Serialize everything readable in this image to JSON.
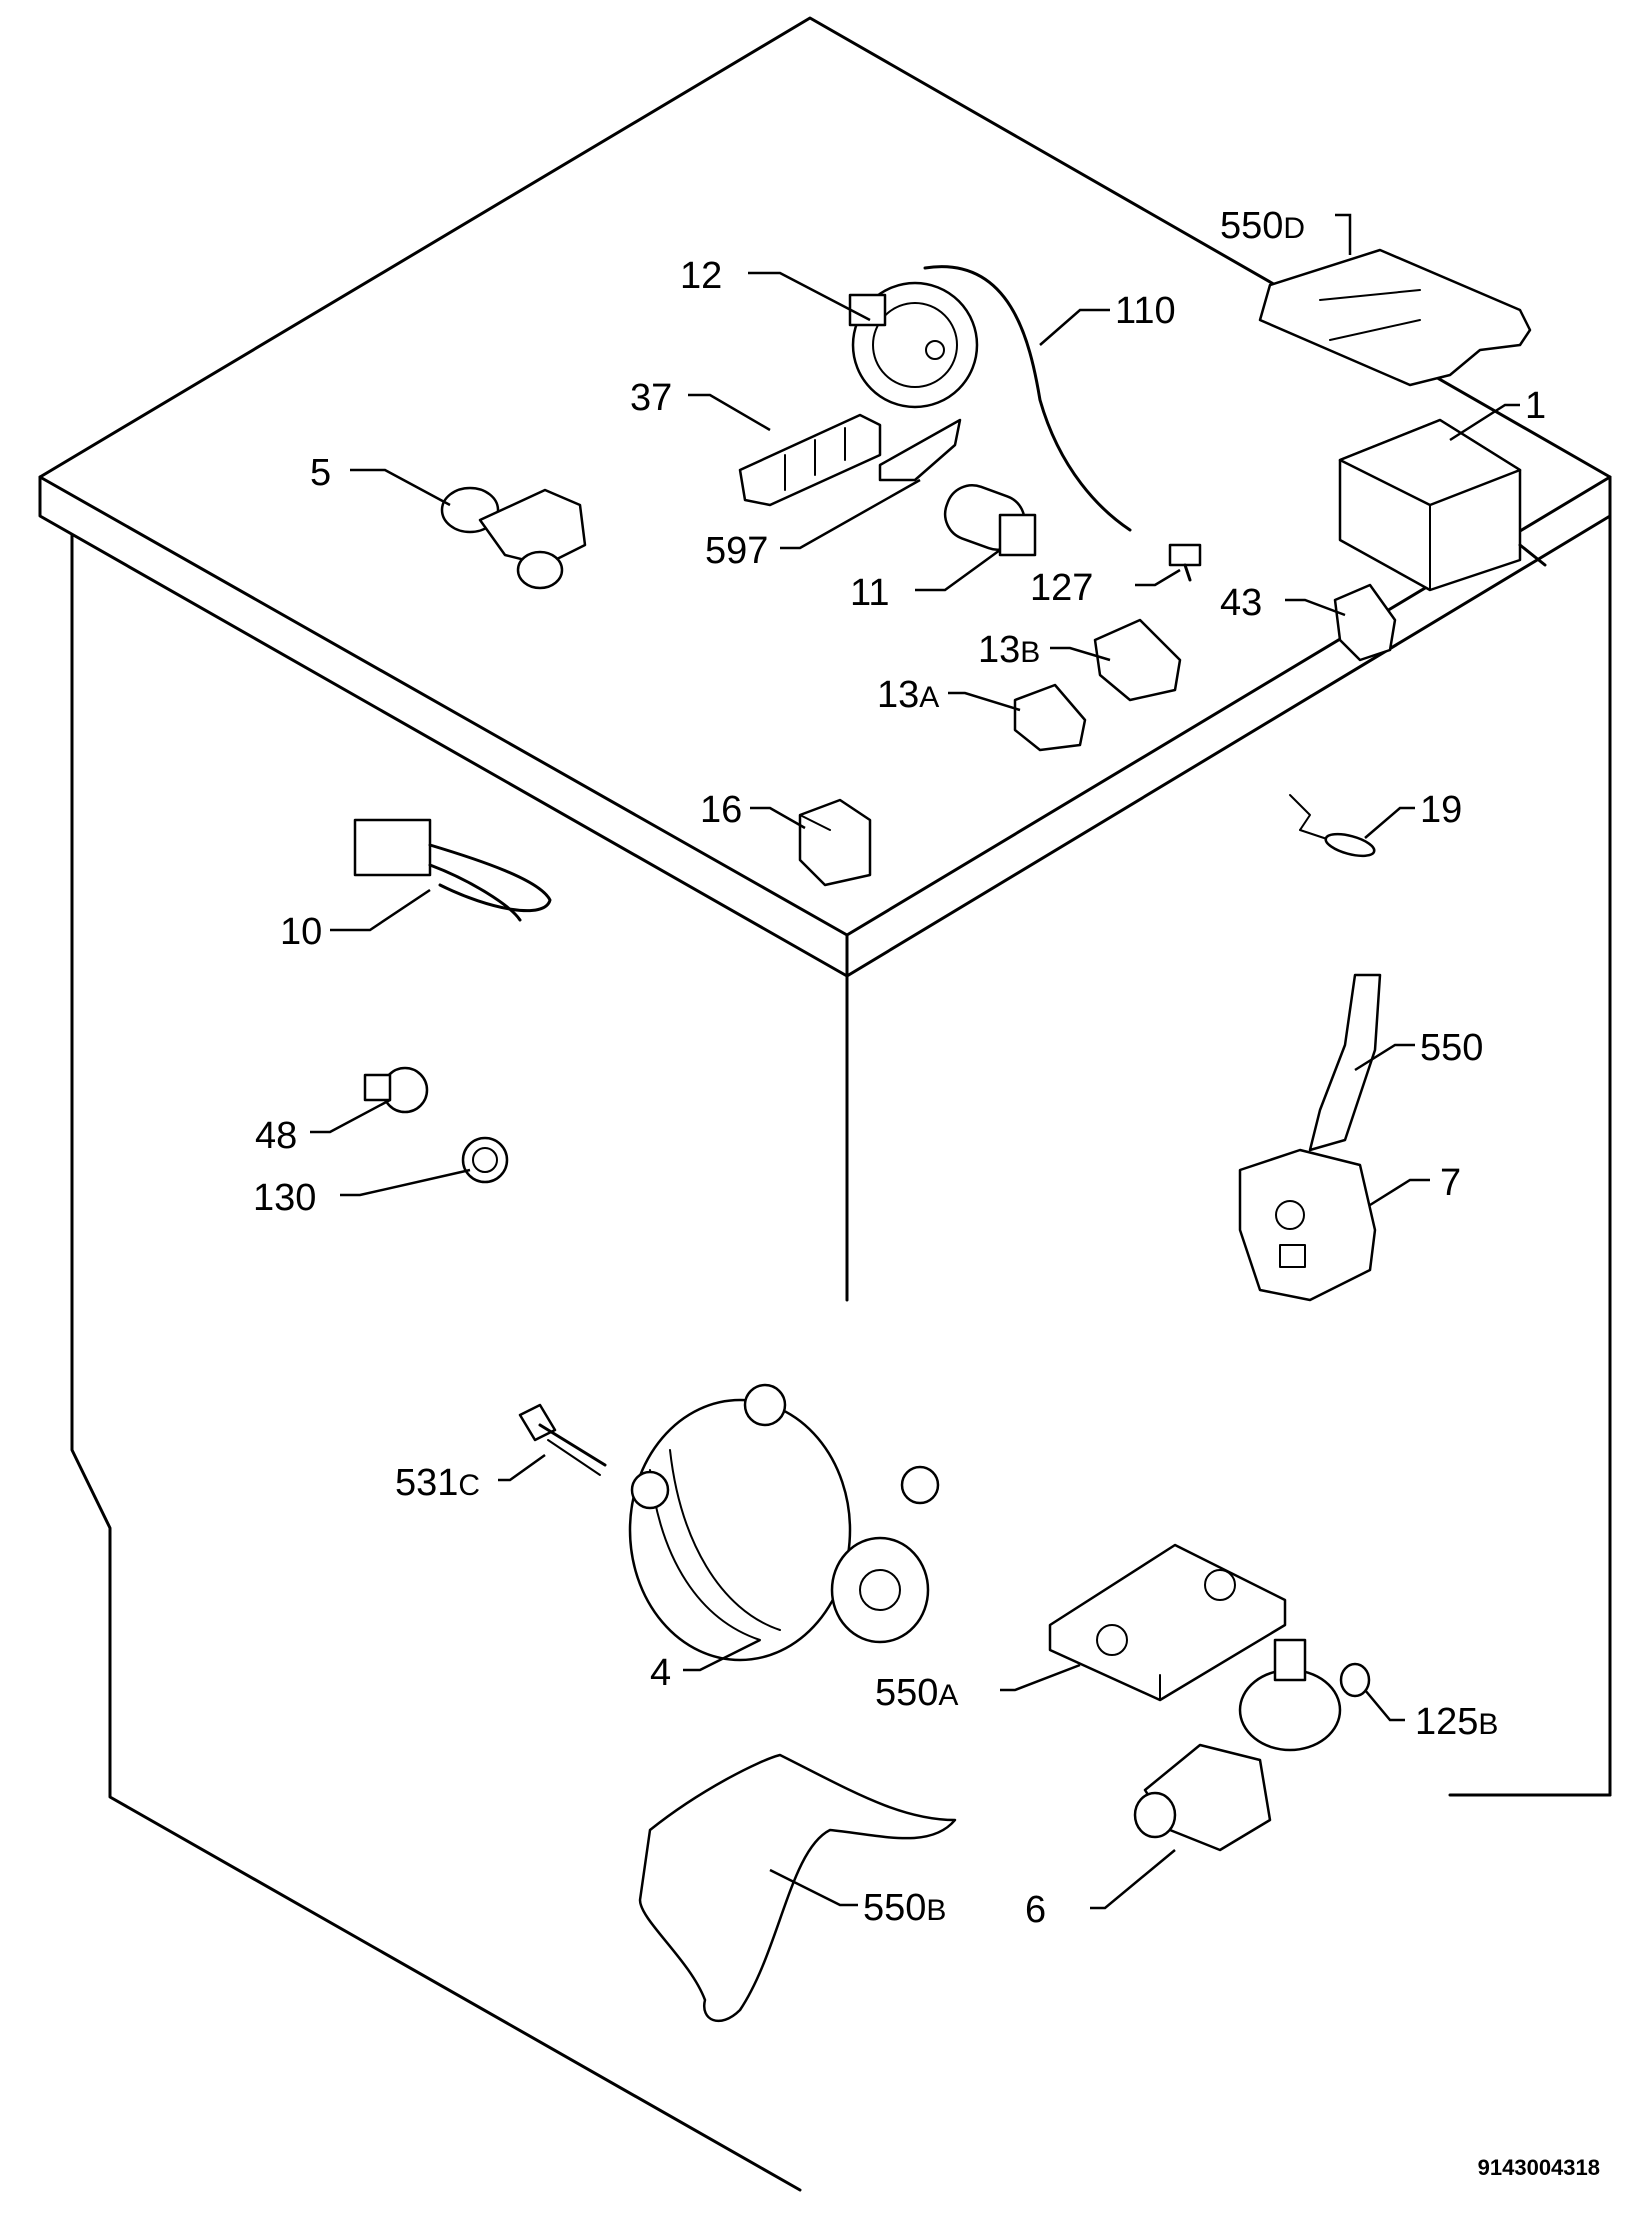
{
  "parts": [
    {
      "key": "p1",
      "num": "1",
      "suffix": ""
    },
    {
      "key": "p4",
      "num": "4",
      "suffix": ""
    },
    {
      "key": "p5",
      "num": "5",
      "suffix": ""
    },
    {
      "key": "p6",
      "num": "6",
      "suffix": ""
    },
    {
      "key": "p7",
      "num": "7",
      "suffix": ""
    },
    {
      "key": "p10",
      "num": "10",
      "suffix": ""
    },
    {
      "key": "p11",
      "num": "11",
      "suffix": ""
    },
    {
      "key": "p12",
      "num": "12",
      "suffix": ""
    },
    {
      "key": "p13a",
      "num": "13",
      "suffix": "A"
    },
    {
      "key": "p13b",
      "num": "13",
      "suffix": "B"
    },
    {
      "key": "p16",
      "num": "16",
      "suffix": ""
    },
    {
      "key": "p19",
      "num": "19",
      "suffix": ""
    },
    {
      "key": "p37",
      "num": "37",
      "suffix": ""
    },
    {
      "key": "p43",
      "num": "43",
      "suffix": ""
    },
    {
      "key": "p48",
      "num": "48",
      "suffix": ""
    },
    {
      "key": "p110",
      "num": "110",
      "suffix": ""
    },
    {
      "key": "p125b",
      "num": "125",
      "suffix": "B"
    },
    {
      "key": "p127",
      "num": "127",
      "suffix": ""
    },
    {
      "key": "p130",
      "num": "130",
      "suffix": ""
    },
    {
      "key": "p531c",
      "num": "531",
      "suffix": "C"
    },
    {
      "key": "p550",
      "num": "550",
      "suffix": ""
    },
    {
      "key": "p550a",
      "num": "550",
      "suffix": "A"
    },
    {
      "key": "p550b",
      "num": "550",
      "suffix": "B"
    },
    {
      "key": "p550d",
      "num": "550",
      "suffix": "D"
    },
    {
      "key": "p597",
      "num": "597",
      "suffix": ""
    }
  ],
  "drawing_ref": "9143004318"
}
